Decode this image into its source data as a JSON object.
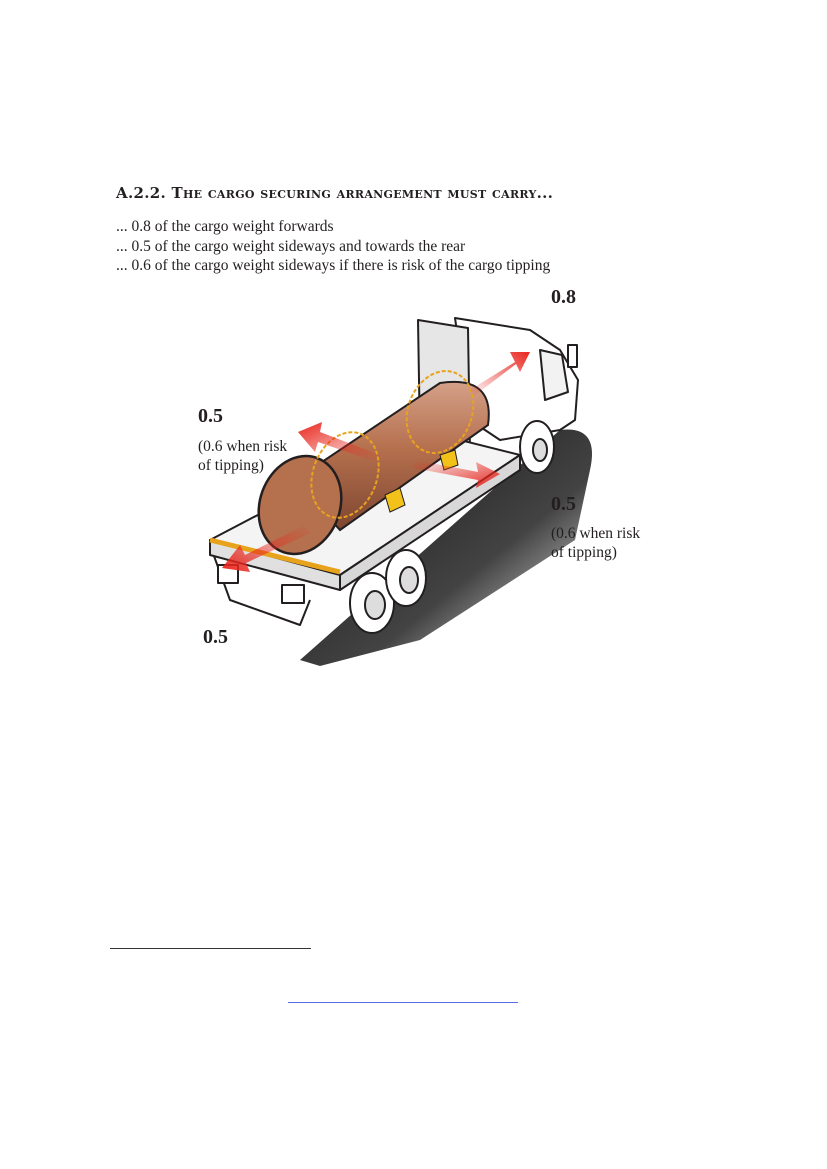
{
  "section": {
    "heading": "A.2.2. The cargo securing arrangement must carry...",
    "requirements": [
      "... 0.8 of the cargo weight forwards",
      "... 0.5 of the cargo weight sideways and towards the rear",
      "... 0.6 of the cargo weight sideways if there is risk of the cargo tipping"
    ]
  },
  "figure": {
    "labels": {
      "forward_value": "0.8",
      "left_value": "0.5",
      "left_note_line1": "(0.6 when risk",
      "left_note_line2": "of tipping)",
      "right_value": "0.5",
      "right_note_line1": "(0.6 when risk",
      "right_note_line2": "of tipping)",
      "rear_value": "0.5"
    },
    "colors": {
      "cargo": "#b5704e",
      "arrow": "#e8261d",
      "strap": "#e8a31d",
      "shadow": "#1a1a1a"
    }
  }
}
